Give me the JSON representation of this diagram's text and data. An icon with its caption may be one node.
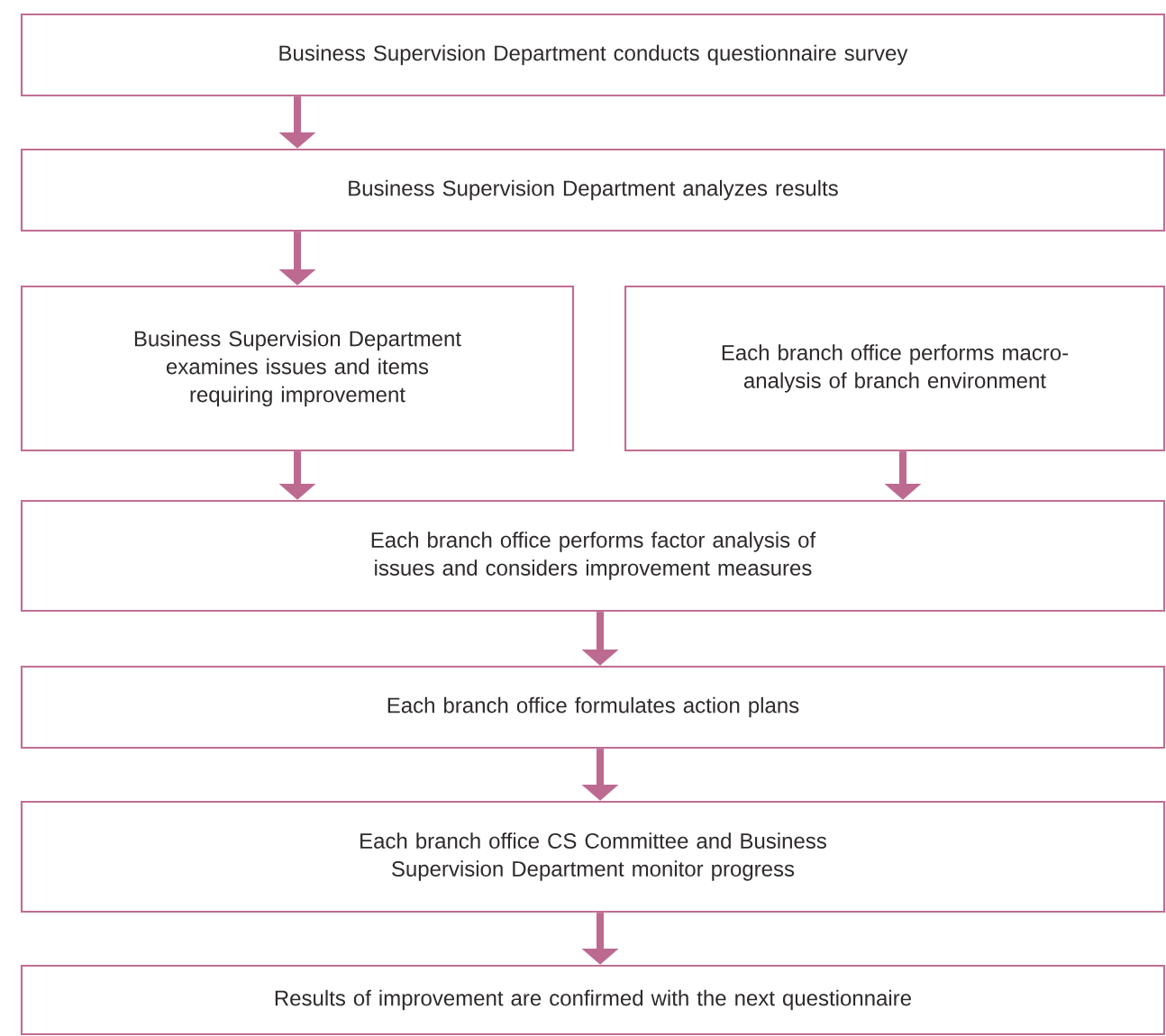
{
  "diagram": {
    "nodes": [
      {
        "text": [
          "Business Supervision Department conducts questionnaire survey"
        ]
      },
      {
        "text": [
          "Business Supervision Department analyzes results"
        ]
      },
      {
        "text": [
          "Business Supervision Department examines issues and items requiring improvement"
        ]
      },
      {
        "text": [
          "Each branch office performs macro-analysis of branch environment"
        ]
      },
      {
        "text": [
          "Each branch office performs factor analysis of issues and considers improvement measures"
        ]
      },
      {
        "text": [
          "Each branch office formulates action plans"
        ]
      },
      {
        "text": [
          "Each branch office CS Committee and Business Supervision Department monitor progress"
        ]
      },
      {
        "text": [
          "Results of improvement are confirmed with the next questionnaire"
        ]
      }
    ],
    "edges": [
      {
        "from": 0,
        "to": 1,
        "arrow": "to"
      },
      {
        "from": 1,
        "to": 2,
        "arrow": "to"
      },
      {
        "from": 2,
        "to": 4,
        "arrow": "to"
      },
      {
        "from": 3,
        "to": 4,
        "arrow": "to"
      },
      {
        "from": 4,
        "to": 5,
        "arrow": "to"
      },
      {
        "from": 5,
        "to": 6,
        "arrow": "to"
      },
      {
        "from": 6,
        "to": 7,
        "arrow": "to"
      }
    ]
  }
}
